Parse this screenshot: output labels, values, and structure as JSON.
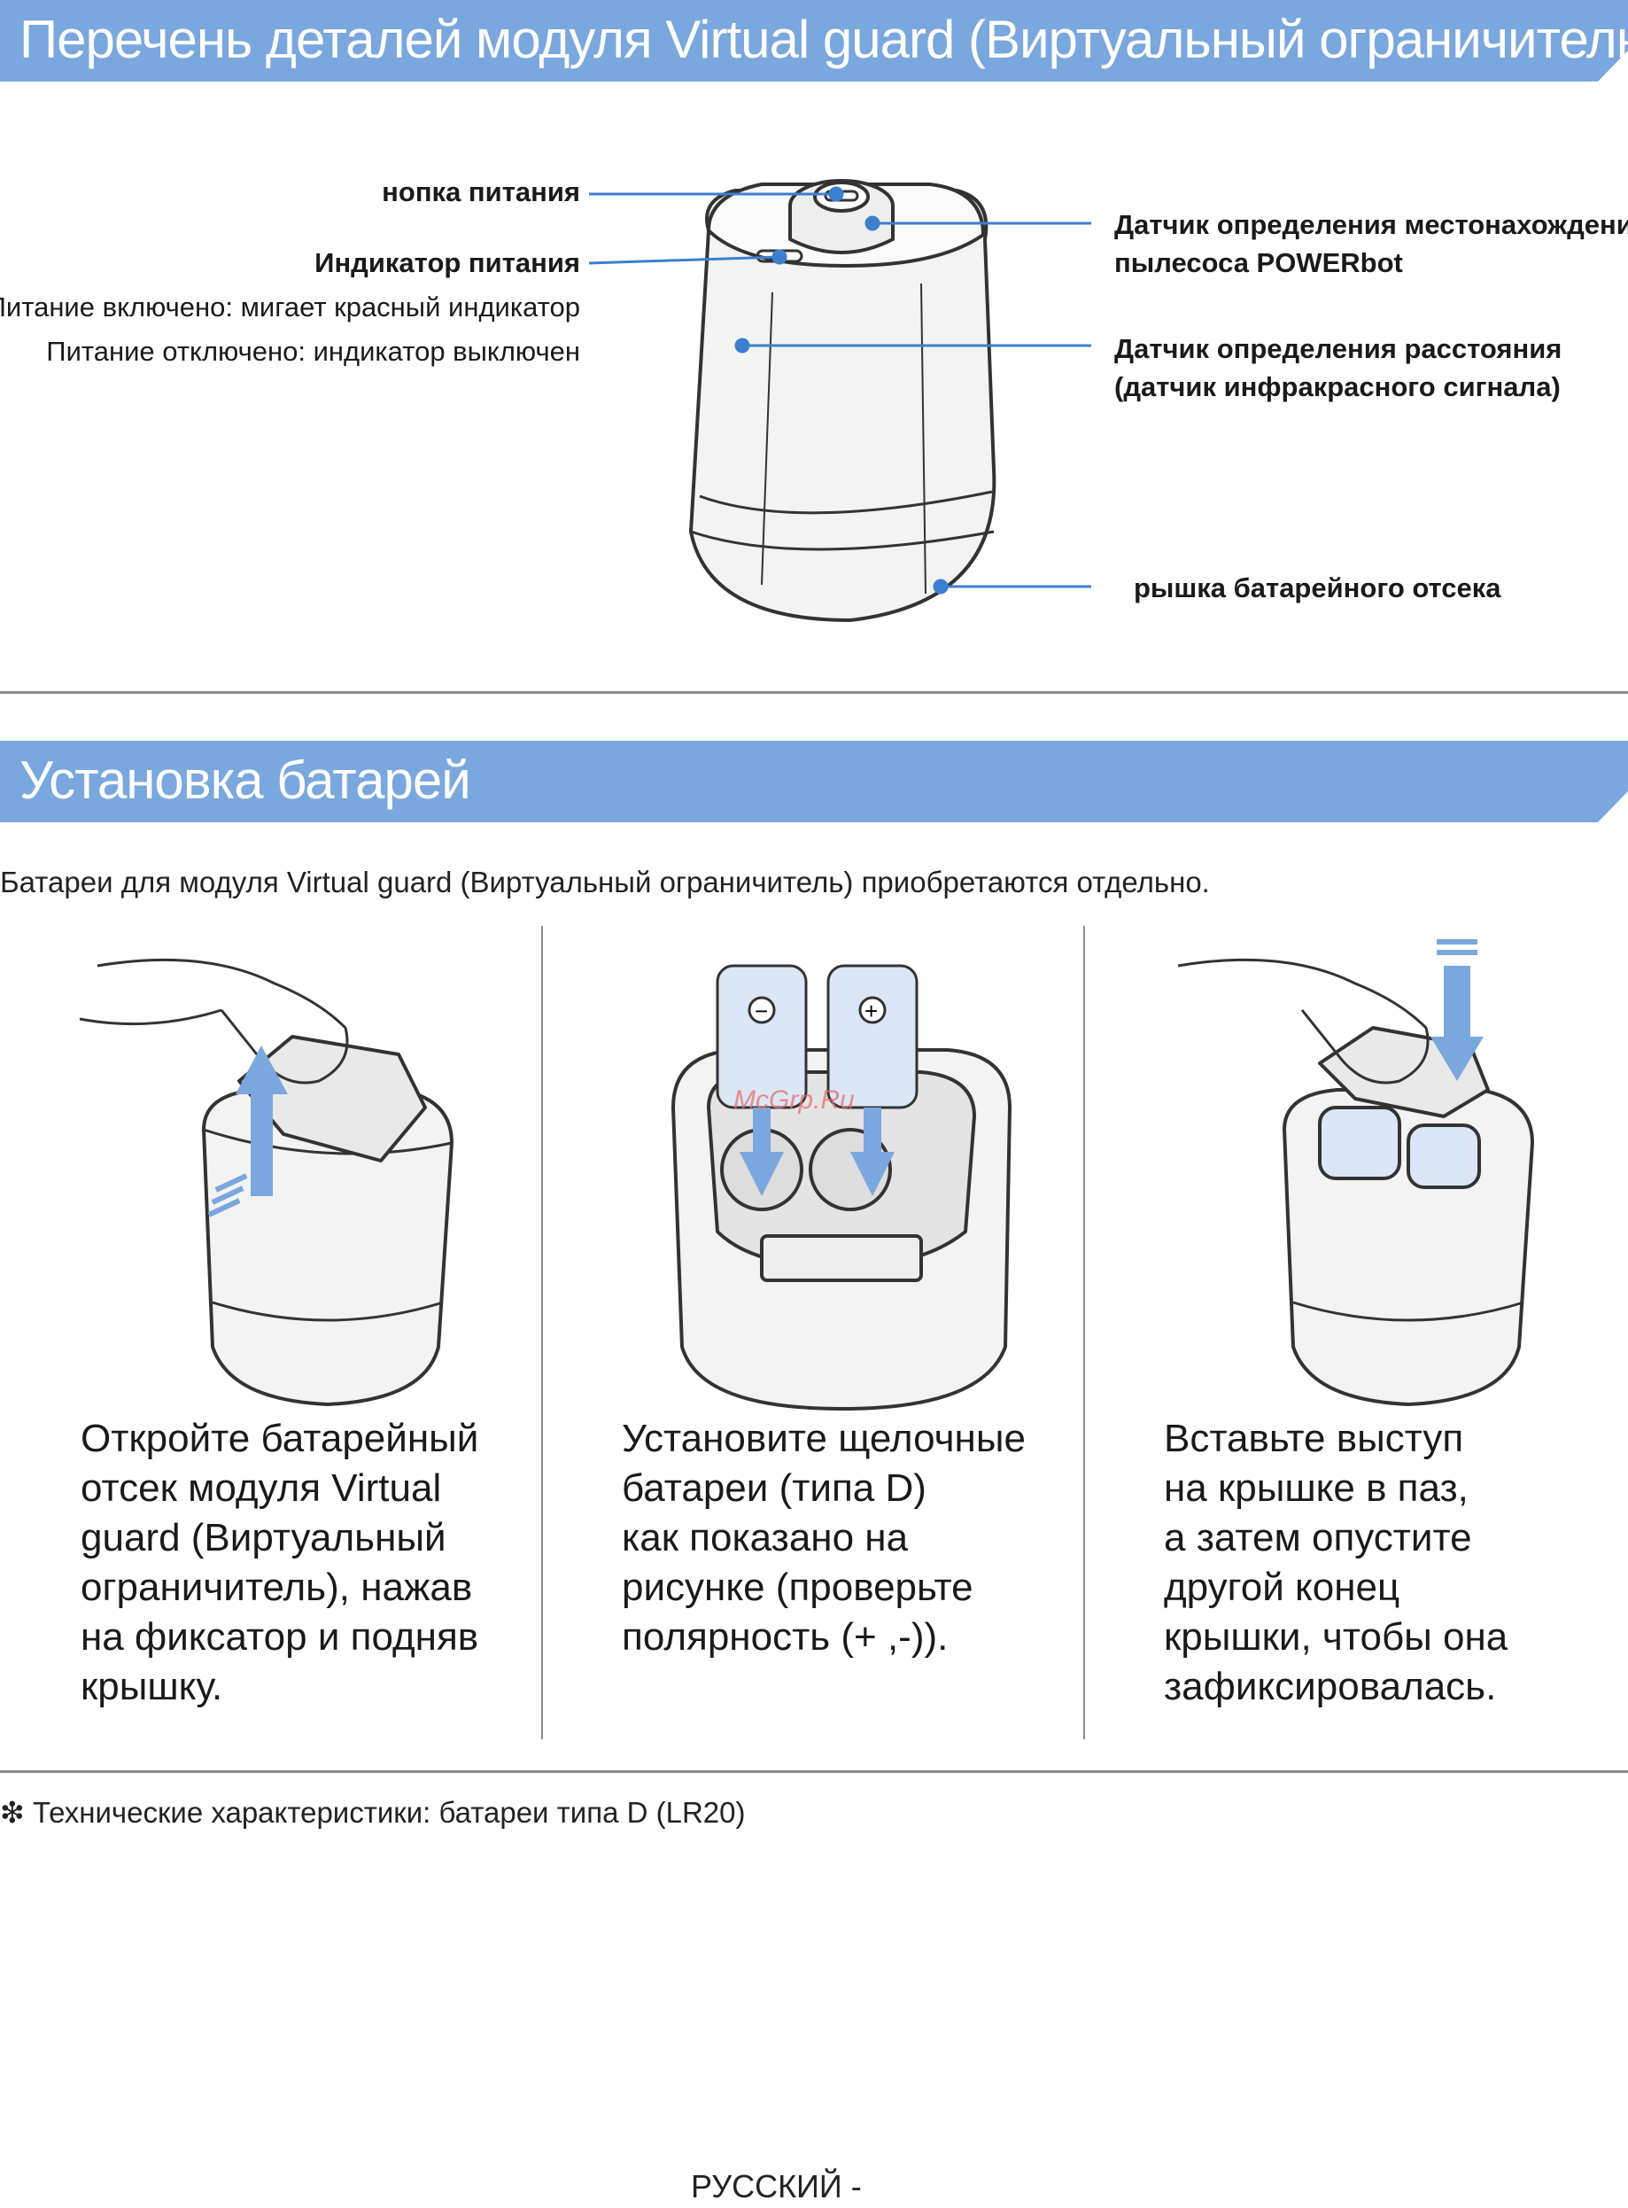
{
  "section1": {
    "title": "Перечень деталей модуля Virtual guard (Виртуальный ограничитель)",
    "labels_left": {
      "power_button": "нопка питания",
      "power_indicator": "Индикатор питания",
      "power_on": "Питание включено: мигает красный индикатор",
      "power_off": "Питание отключено: индикатор выключен"
    },
    "labels_right": {
      "location_sensor_1": "Датчик определения местонахождения",
      "location_sensor_2": "пылесоса POWERbot",
      "distance_sensor_1": "Датчик определения расстояния",
      "distance_sensor_2": "(датчик инфракрасного сигнала)",
      "battery_cover": "рышка батарейного отсека"
    }
  },
  "section2": {
    "title": "Установка батарей",
    "intro": "Батареи для модуля Virtual guard (Виртуальный ограничитель) приобретаются отдельно.",
    "steps": [
      {
        "lines": [
          "Откройте батарейный",
          "отсек модуля Virtual",
          "guard (Виртуальный",
          "ограничитель), нажав",
          "на фиксатор и подняв",
          "крышку."
        ]
      },
      {
        "lines": [
          "Установите щелочные",
          "батареи (типа D)",
          "как показано на",
          "рисунке (проверьте",
          "полярность (+ ,-))."
        ]
      },
      {
        "lines": [
          "Вставьте выступ",
          "на крышке в паз,",
          "а затем опустите",
          "другой конец",
          "крышки, чтобы она",
          "зафиксировалась."
        ]
      }
    ],
    "battery_symbols": {
      "minus": "−",
      "plus": "+"
    }
  },
  "footnote": "❇ Технические характеристики: батареи типа D (LR20)",
  "page_footer": "РУССКИЙ -",
  "watermark": "McGrp.Ru",
  "colors": {
    "accent": "#7aa7dd",
    "leader": "#3d7fcf",
    "outline": "#333333",
    "rule": "#8c8c8c"
  }
}
